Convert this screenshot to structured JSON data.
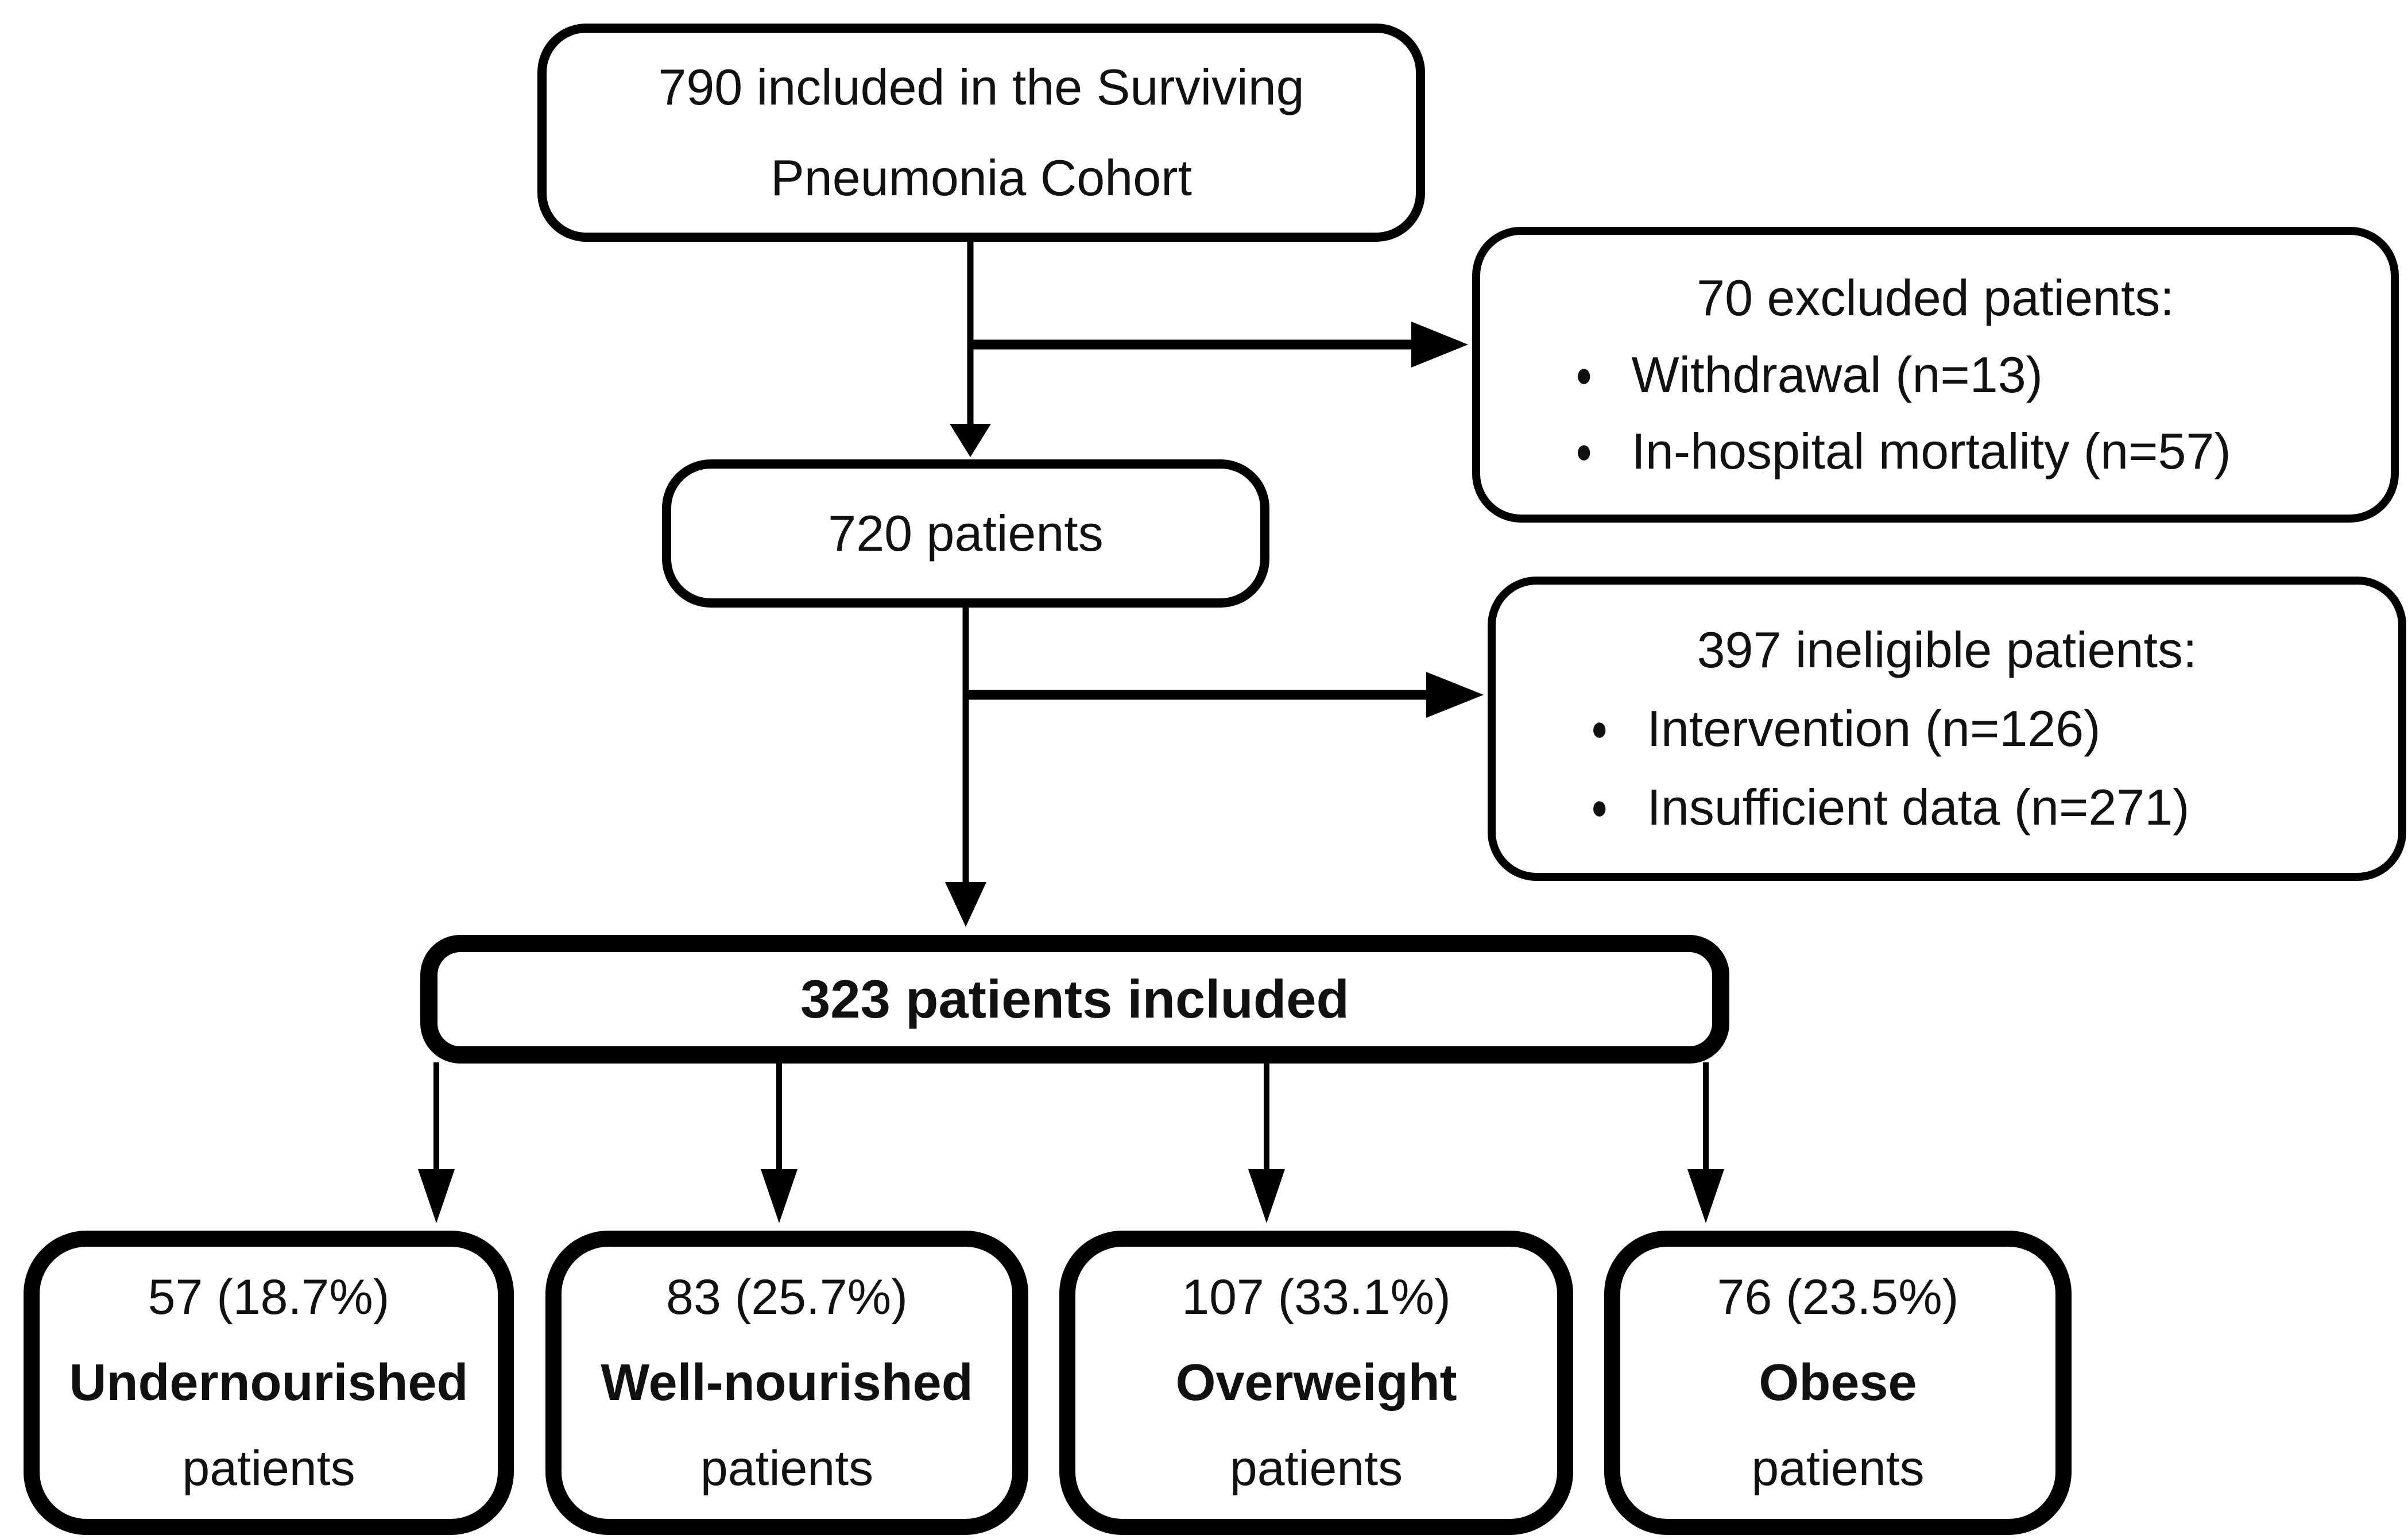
{
  "diagram": {
    "background": "#ffffff",
    "line_color": "#000000",
    "text_color": "#111111",
    "icons": {
      "bullet": "●"
    },
    "top_box": {
      "lines": [
        "790 included in the Surviving",
        "Pneumonia Cohort"
      ]
    },
    "excluded_box": {
      "title": "70 excluded patients:",
      "items": [
        "Withdrawal (n=13)",
        "In-hospital mortality (n=57)"
      ]
    },
    "cohort_box": {
      "text": "720 patients"
    },
    "ineligible_box": {
      "title": "397 ineligible patients:",
      "items": [
        "Intervention (n=126)",
        "Insufficient data (n=271)"
      ]
    },
    "included_box": {
      "text": "323 patients included"
    },
    "group_boxes": [
      {
        "count": "57 (18.7%)",
        "label": "Undernourished",
        "suffix": "patients"
      },
      {
        "count": "83 (25.7%)",
        "label": "Well-nourished",
        "suffix": "patients"
      },
      {
        "count": "107 (33.1%)",
        "label": "Overweight",
        "suffix": "patients"
      },
      {
        "count": "76 (23.5%)",
        "label": "Obese",
        "suffix": "patients"
      }
    ]
  }
}
